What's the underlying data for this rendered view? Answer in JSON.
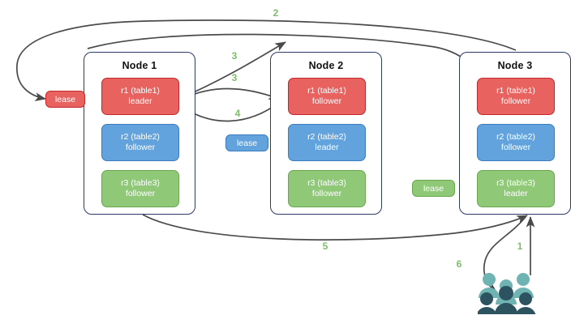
{
  "diagram": {
    "title": "distributed-range-leaseholder-flow",
    "colors": {
      "red_fill": "#e8625f",
      "red_border": "#c4282a",
      "blue_fill": "#62a3dd",
      "blue_border": "#3c7cbd",
      "green_fill": "#8fc978",
      "green_border": "#6aa84f",
      "node_border": "#2b3a67",
      "arrow": "#4a4a4a",
      "step_label": "#7dbd6a",
      "users_light": "#6fb3b3",
      "users_dark": "#2e5360"
    }
  },
  "nodes": [
    {
      "title": "Node 1",
      "replicas": [
        {
          "range": "r1 (table1)",
          "role": "leader",
          "color": "red"
        },
        {
          "range": "r2 (table2)",
          "role": "follower",
          "color": "blue"
        },
        {
          "range": "r3 (table3)",
          "role": "follower",
          "color": "green"
        }
      ]
    },
    {
      "title": "Node 2",
      "replicas": [
        {
          "range": "r1 (table1)",
          "role": "follower",
          "color": "red"
        },
        {
          "range": "r2 (table2)",
          "role": "leader",
          "color": "blue"
        },
        {
          "range": "r3 (table3)",
          "role": "follower",
          "color": "green"
        }
      ]
    },
    {
      "title": "Node 3",
      "replicas": [
        {
          "range": "r1 (table1)",
          "role": "follower",
          "color": "red"
        },
        {
          "range": "r2 (table2)",
          "role": "follower",
          "color": "blue"
        },
        {
          "range": "r3 (table3)",
          "role": "leader",
          "color": "green"
        }
      ]
    }
  ],
  "leases": [
    {
      "label": "lease",
      "color": "red"
    },
    {
      "label": "lease",
      "color": "blue"
    },
    {
      "label": "lease",
      "color": "green"
    }
  ],
  "steps": [
    {
      "label": "1"
    },
    {
      "label": "2"
    },
    {
      "label": "3"
    },
    {
      "label": "3"
    },
    {
      "label": "4"
    },
    {
      "label": "5"
    },
    {
      "label": "6"
    }
  ],
  "actors": {
    "users_icon": "users-group-icon"
  }
}
